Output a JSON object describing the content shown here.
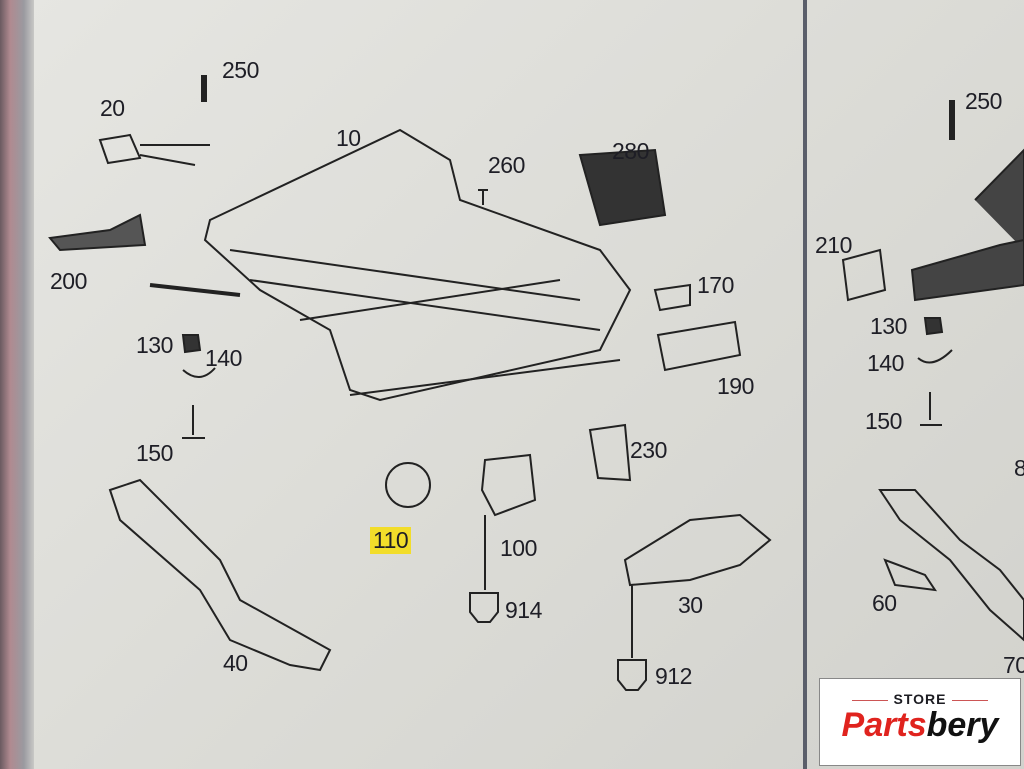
{
  "diagram": {
    "left_panel_labels": [
      "250",
      "20",
      "10",
      "260",
      "280",
      "200",
      "170",
      "130",
      "140",
      "190",
      "150",
      "230",
      "110",
      "100",
      "914",
      "30",
      "40",
      "912"
    ],
    "highlighted_label": "110",
    "right_panel_labels": [
      "250",
      "210",
      "130",
      "140",
      "150",
      "8",
      "60",
      "70"
    ]
  },
  "logo": {
    "store": "STORE",
    "brand_part1": "Parts",
    "brand_part2": "bery"
  },
  "colors": {
    "highlight": "#f2dd2a",
    "brand_red": "#e0231e"
  }
}
